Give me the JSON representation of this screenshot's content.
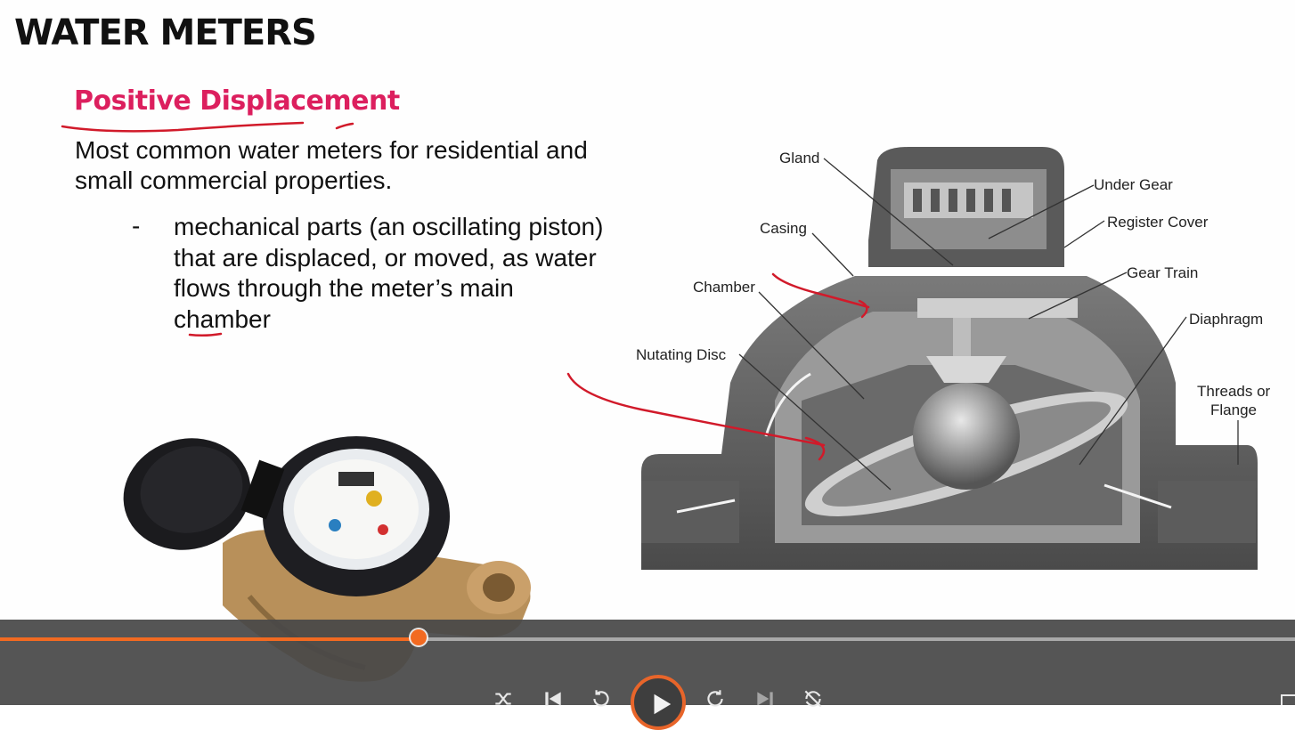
{
  "slide": {
    "title": "WATER METERS",
    "subtitle": "Positive Displacement",
    "body": "Most common water meters for residential and small commercial properties.",
    "bullet_marker": "-",
    "bullet": "mechanical parts (an oscillating piston) that are displaced, or moved, as water flows through the meter’s main chamber"
  },
  "diagram": {
    "labels": {
      "gland": "Gland",
      "under_gear": "Under Gear",
      "casing": "Casing",
      "register_cover": "Register Cover",
      "gear_train": "Gear Train",
      "chamber": "Chamber",
      "diaphragm": "Diaphragm",
      "nutating_disc": "Nutating Disc",
      "threads_line1": "Threads or",
      "threads_line2": "Flange"
    }
  },
  "player": {
    "progress": 0.323,
    "accent_color": "#f26a21",
    "controls": [
      "shuffle-icon",
      "previous-icon",
      "rewind-icon",
      "play-icon",
      "forward-icon",
      "next-icon",
      "repeat-icon"
    ]
  },
  "colors": {
    "subtitle": "#dc1f5e",
    "annotation_ink": "#d11a2a"
  }
}
